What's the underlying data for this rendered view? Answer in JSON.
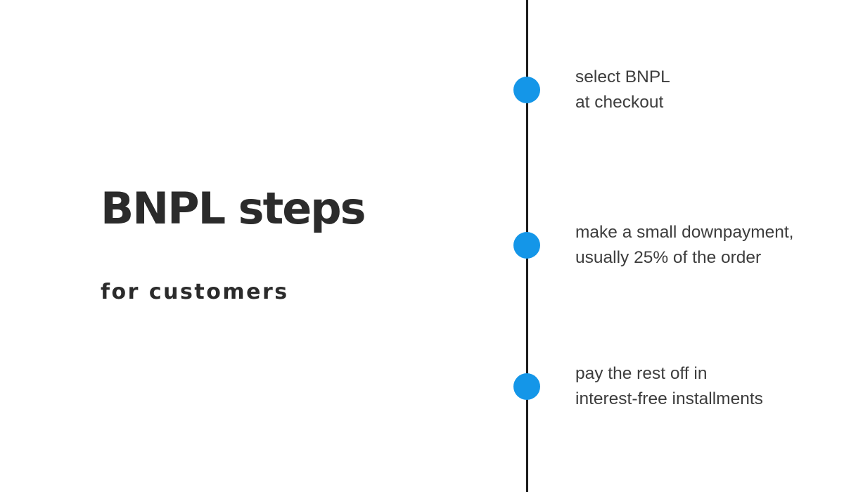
{
  "title": "BNPL steps",
  "subtitle": "for customers",
  "colors": {
    "background": "#ffffff",
    "accent": "#1496e8",
    "line": "#1c1c1c",
    "title_text": "#2b2b2b",
    "body_text": "#3d3d3d"
  },
  "timeline": {
    "items": [
      {
        "lines": [
          "select BNPL",
          "at checkout"
        ]
      },
      {
        "lines": [
          "make a small downpayment,",
          "usually 25% of the order"
        ]
      },
      {
        "lines": [
          "pay the rest off in",
          "interest-free installments"
        ]
      }
    ]
  }
}
